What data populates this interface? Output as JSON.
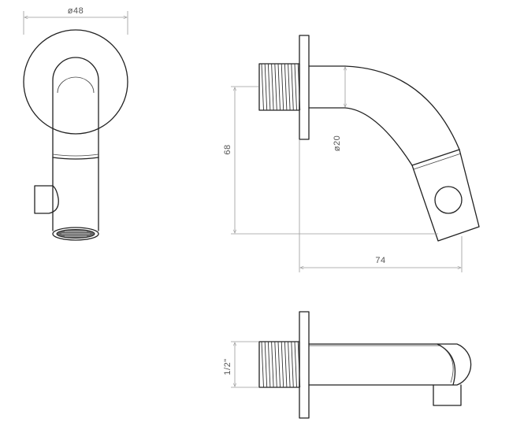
{
  "dimensions": {
    "flange_diameter": "ø48",
    "height": "68",
    "pipe_diameter": "ø20",
    "projection": "74",
    "thread_size": "1/2\""
  },
  "colors": {
    "line": "#222222",
    "dimension": "#9a9a9a",
    "label": "#555555"
  }
}
